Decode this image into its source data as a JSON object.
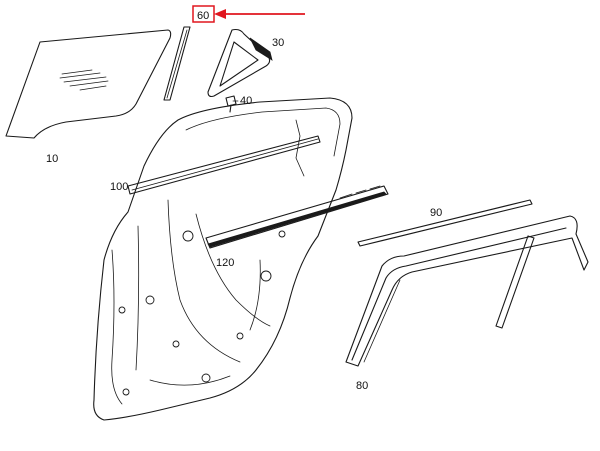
{
  "diagram": {
    "callouts": [
      {
        "id": "10",
        "text": "10"
      },
      {
        "id": "30",
        "text": "30"
      },
      {
        "id": "40",
        "text": "40"
      },
      {
        "id": "60",
        "text": "60"
      },
      {
        "id": "80",
        "text": "80"
      },
      {
        "id": "90",
        "text": "90"
      },
      {
        "id": "100",
        "text": "100"
      },
      {
        "id": "120",
        "text": "120"
      }
    ],
    "highlight": {
      "callout": "60",
      "color": "#e0161e"
    },
    "line_color": "#1a1a1a"
  }
}
